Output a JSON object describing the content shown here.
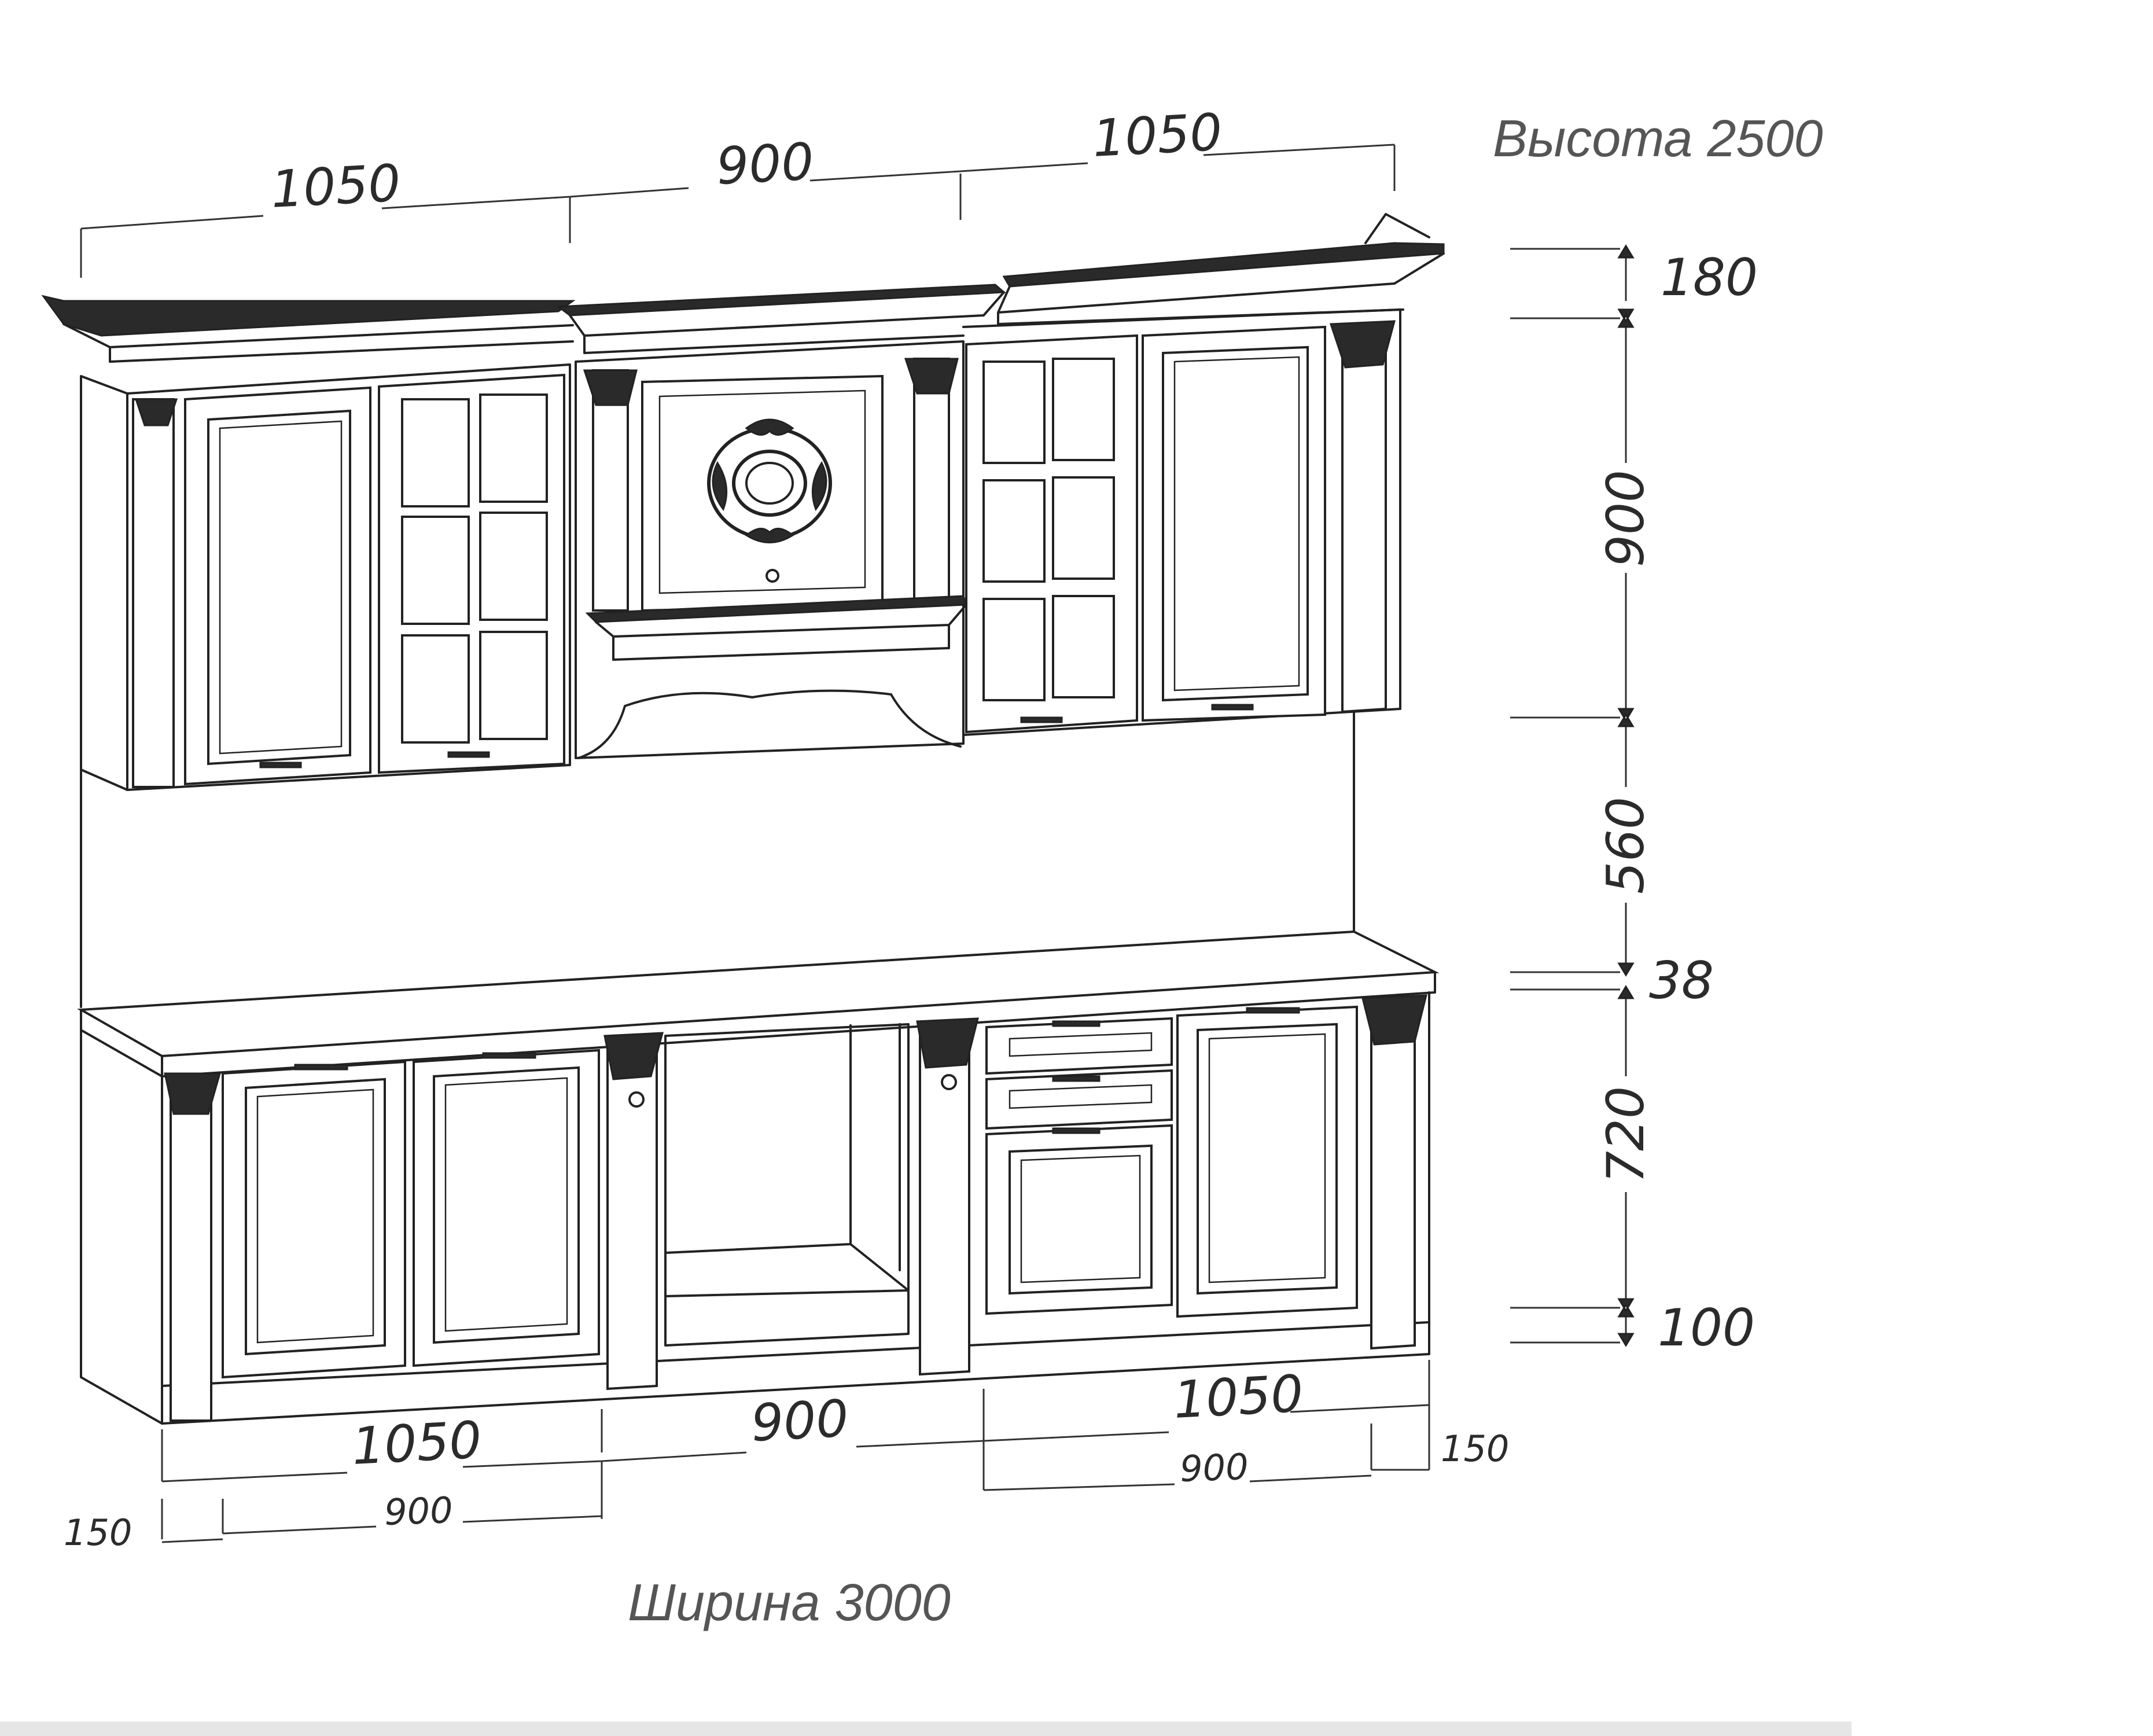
{
  "height_label": "Высота 2500",
  "width_label": "Ширина 3000",
  "top_widths": [
    "1050",
    "900",
    "1050"
  ],
  "right_heights": [
    "180",
    "900",
    "560",
    "38",
    "720",
    "100"
  ],
  "bottom_widths": [
    "1050",
    "900",
    "1050"
  ],
  "bottom_sub": {
    "left_900": "900",
    "right_900": "900",
    "left_150": "150",
    "right_150": "150"
  },
  "colors": {
    "line": "#222222",
    "text": "#2b2b2b",
    "title": "#555555",
    "background": "#ffffff"
  }
}
